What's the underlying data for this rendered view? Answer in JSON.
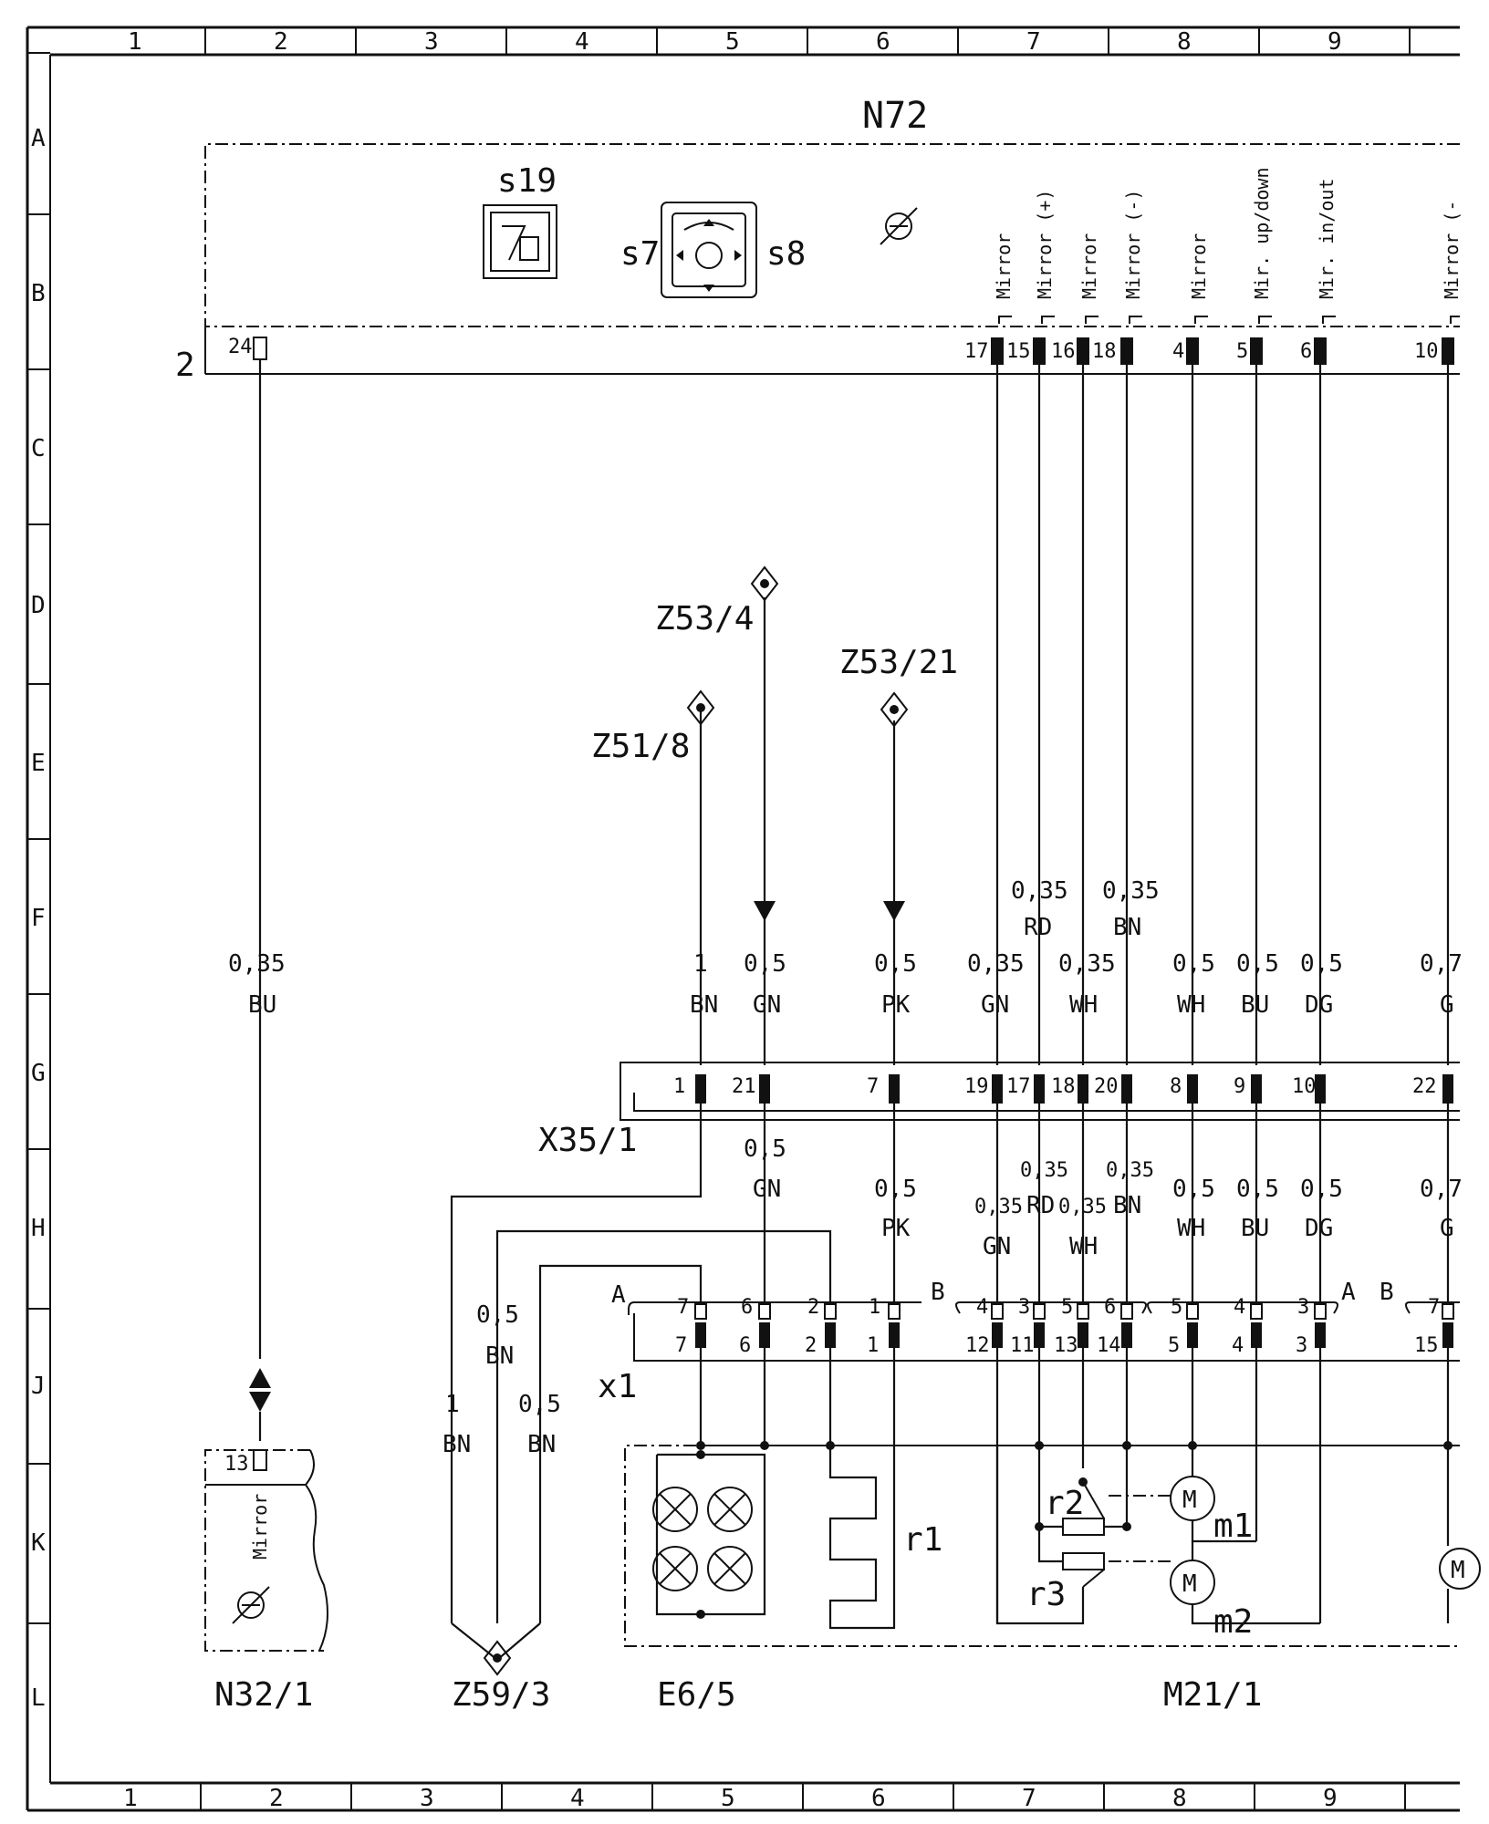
{
  "grid": {
    "columns": [
      "1",
      "2",
      "3",
      "4",
      "5",
      "6",
      "7",
      "8",
      "9"
    ],
    "rows": [
      "A",
      "B",
      "C",
      "D",
      "E",
      "F",
      "G",
      "H",
      "J",
      "K",
      "L"
    ]
  },
  "components": {
    "n72": "N72",
    "s19": "s19",
    "s7": "s7",
    "s8": "s8",
    "n32_1": "N32/1",
    "z59_3": "Z59/3",
    "e6_5": "E6/5",
    "m21_1": "M21/1",
    "x35_1": "X35/1",
    "x1": "x1",
    "z51_8": "Z51/8",
    "z53_4": "Z53/4",
    "z53_21": "Z53/21",
    "r1": "r1",
    "r2": "r2",
    "r3": "r3",
    "m1": "m1",
    "m2": "m2",
    "motor": "M",
    "plug_a": "A",
    "plug_b": "B",
    "n72_connector_no": "2",
    "n32_pin": "13",
    "n32_function": "Mirror"
  },
  "n72_functions": [
    {
      "id": "f1",
      "text": "Mirror"
    },
    {
      "id": "f2",
      "text": "Mirror (+)"
    },
    {
      "id": "f3",
      "text": "Mirror"
    },
    {
      "id": "f4",
      "text": "Mirror (-)"
    },
    {
      "id": "f5",
      "text": "Mirror"
    },
    {
      "id": "f6",
      "text": "Mir. up/down"
    },
    {
      "id": "f7",
      "text": "Mir. in/out"
    },
    {
      "id": "f8",
      "text": "Mirror (-"
    }
  ],
  "n72_pins": [
    "24",
    "17",
    "15",
    "16",
    "18",
    "4",
    "5",
    "6",
    "10"
  ],
  "wire_specs_upper": [
    {
      "id": "w24",
      "size": "0,35",
      "color": "BU"
    },
    {
      "id": "wz51",
      "size": "1",
      "color": "BN"
    },
    {
      "id": "wz534",
      "size": "0,5",
      "color": "GN"
    },
    {
      "id": "wz5321",
      "size": "0,5",
      "color": "PK"
    },
    {
      "id": "w17",
      "size": "0,35",
      "color": "GN"
    },
    {
      "id": "w15",
      "size": "0,35",
      "color": "RD"
    },
    {
      "id": "w16",
      "size": "0,35",
      "color": "WH"
    },
    {
      "id": "w18",
      "size": "0,35",
      "color": "BN"
    },
    {
      "id": "w4",
      "size": "0,5",
      "color": "WH"
    },
    {
      "id": "w5",
      "size": "0,5",
      "color": "BU"
    },
    {
      "id": "w6",
      "size": "0,5",
      "color": "DG"
    },
    {
      "id": "w10",
      "size": "0,7",
      "color": "G"
    }
  ],
  "x35_pins": [
    "1",
    "21",
    "7",
    "19",
    "17",
    "18",
    "20",
    "8",
    "9",
    "10",
    "22"
  ],
  "wire_specs_lower": [
    {
      "id": "l21",
      "size": "0,5",
      "color": "GN"
    },
    {
      "id": "l7",
      "size": "0,5",
      "color": "PK"
    },
    {
      "id": "l19",
      "size": "0,35",
      "color": "GN"
    },
    {
      "id": "l17",
      "size": "0,35",
      "color": "RD"
    },
    {
      "id": "l18",
      "size": "0,35",
      "color": "WH"
    },
    {
      "id": "l20",
      "size": "0,35",
      "color": "BN"
    },
    {
      "id": "l8",
      "size": "0,5",
      "color": "WH"
    },
    {
      "id": "l9",
      "size": "0,5",
      "color": "BU"
    },
    {
      "id": "l10",
      "size": "0,5",
      "color": "DG"
    },
    {
      "id": "l22",
      "size": "0,7",
      "color": "G"
    },
    {
      "id": "g1",
      "size": "1",
      "color": "BN"
    },
    {
      "id": "g2",
      "size": "0,5",
      "color": "BN"
    },
    {
      "id": "g3",
      "size": "0,5",
      "color": "BN"
    }
  ],
  "x1_pins_top": [
    "7",
    "6",
    "2",
    "1",
    "4",
    "3",
    "5",
    "6",
    "5",
    "4",
    "3",
    "7"
  ],
  "x1_pins_bottom": [
    "7",
    "6",
    "2",
    "1",
    "12",
    "11",
    "13",
    "14",
    "5",
    "4",
    "3",
    "15"
  ]
}
